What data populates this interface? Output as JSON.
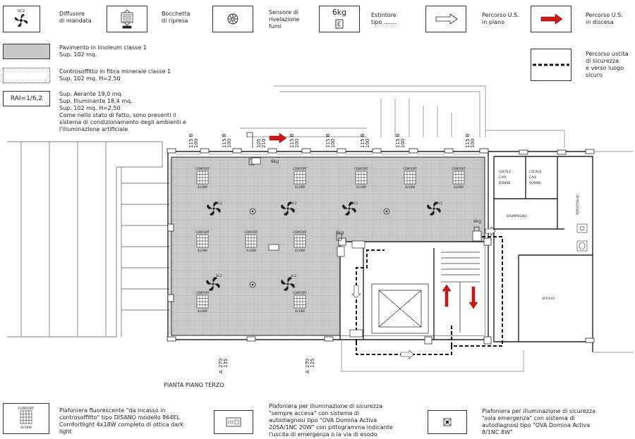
{
  "legend": {
    "diffusore": "Diffusore\ndi mandata",
    "diffusore_tag": "DC2",
    "bocchetta": "Bocchetta\ndi ripresa",
    "sensore": "Sensore di\nrivelazione\nfumi",
    "estintore_tag": "6kg",
    "estintore": "Estintore\ntipo .......",
    "percorso_piano": "Percorso U.S.\nin piano",
    "percorso_discesa": "Percorso U.S.\nin discesa",
    "pavimento": "Pavimento in linoleum classe 1\nSup. 102 mq.",
    "controsoffitto": "Controsoffitto in fibra minerale classe 1\nSup. 102 mq. H=2,50",
    "rai": "RAI=1/6,2",
    "superfici": "Sup. Aerante 19,0 mq.\nSup. Illuminante 18,4 mq.\nSup. 102 mq. H=2,50\nCome nello stato di fatto, sono presenti il\nsistema di condizionamento degli ambienti e\nl'illuminazione artificiale",
    "percorso_uscita": "Percorso uscita\ndi sicurezza\ne verso luogo\nsicuro"
  },
  "plan": {
    "title": "PIANTA PIANO TERZO",
    "section_top": "115 B\n100",
    "section_mid": "105\n210",
    "section_bottom": "270\n135",
    "section_mark_a": "A",
    "comfort": "COMFORT",
    "lamp_spec": "4x18W",
    "dc2": "DC2",
    "extinguisher": "6kg",
    "rooms": {
      "locale_1": "LOCALE\nCAVI\nDONNE",
      "locale_2": "LOCALE\nCAVI\nUOMINI",
      "disimpegno": "DISIMPEGNO",
      "ripostiglio": "RIPOSTIGLIO",
      "ufficio": "UFFICIO"
    }
  },
  "footer": {
    "comfort_tag": "COMFORT",
    "comfort_spec": "4x18W",
    "fluorescente": "Plafoniera fluorescente \"da incasso in\ncontrosoffitto\" tipo DISANO modello 864EL\nComfortlight 4x18W completo di ottica dark\nlight",
    "sempre_accesa": "Plafoniera per illuminazione di sicurezza\n\"sempre accesa\" con sistema di\nautodiagnosi tipo \"OVA Domina Activa\n20SA/1NC 20W\" con pittogramma indicante\nl'uscita di emergenza o la via di esodo",
    "sola_emergenza": "Plafoniera per illuminazione di sicurezza\n\"sola emergenza\" con sistema di\nautodiagnosi tipo \"OVA Domina Activa\n8/1NC 8W\""
  },
  "colors": {
    "red_arrow": "#cc1a1a",
    "floor_grey": "#c9c9c9",
    "line": "#333333"
  }
}
